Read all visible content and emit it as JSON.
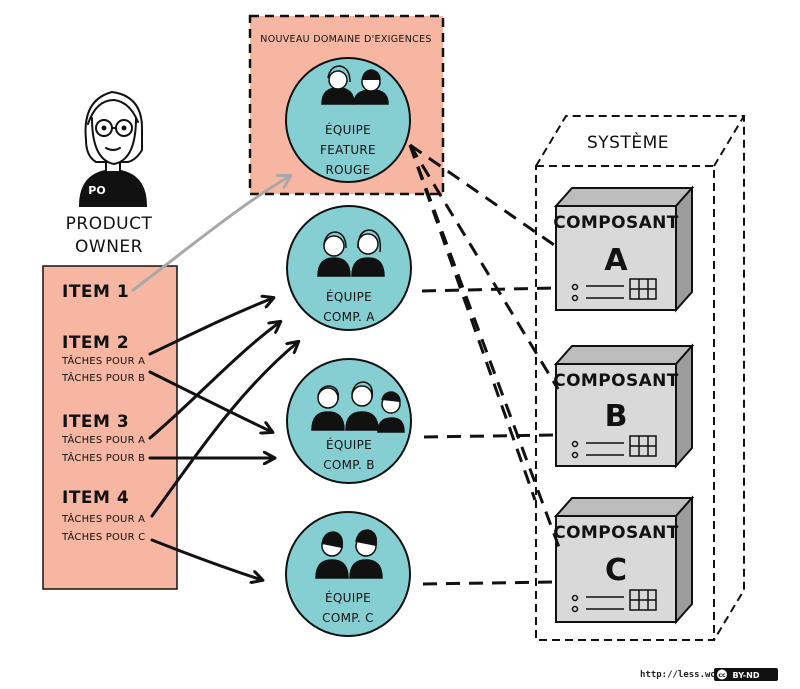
{
  "po": {
    "badge": "PO",
    "label_line1": "PRODUCT",
    "label_line2": "OWNER"
  },
  "domain": {
    "title": "NOUVEAU DOMAINE D'EXIGENCES"
  },
  "system": {
    "title": "SYSTÈME"
  },
  "backlog": {
    "items": [
      {
        "title": "ITEM 1",
        "tasks": []
      },
      {
        "title": "ITEM 2",
        "tasks": [
          "TÂCHES POUR A",
          "TÂCHES POUR B"
        ]
      },
      {
        "title": "ITEM 3",
        "tasks": [
          "TÂCHES POUR A",
          "TÂCHES POUR B"
        ]
      },
      {
        "title": "ITEM 4",
        "tasks": [
          "TÂCHES POUR A",
          "TÂCHES POUR C"
        ]
      }
    ]
  },
  "teams": [
    {
      "lines": [
        "ÉQUIPE",
        "FEATURE",
        "ROUGE"
      ]
    },
    {
      "lines": [
        "ÉQUIPE",
        "COMP. A"
      ]
    },
    {
      "lines": [
        "ÉQUIPE",
        "COMP. B"
      ]
    },
    {
      "lines": [
        "ÉQUIPE",
        "COMP. C"
      ]
    }
  ],
  "components": [
    {
      "label": "COMPOSANT",
      "letter": "A"
    },
    {
      "label": "COMPOSANT",
      "letter": "B"
    },
    {
      "label": "COMPOSANT",
      "letter": "C"
    }
  ],
  "footer": {
    "url": "http://less.works",
    "license": "BY-ND",
    "cc": "cc"
  },
  "colors": {
    "salmon": "#f6b6a2",
    "teal": "#85cfd3",
    "box_front": "#d9d9d9",
    "box_side": "#9c9c9c",
    "box_top": "#bdbdbd",
    "ink": "#111111",
    "arrow_gray": "#a8a8a8"
  }
}
